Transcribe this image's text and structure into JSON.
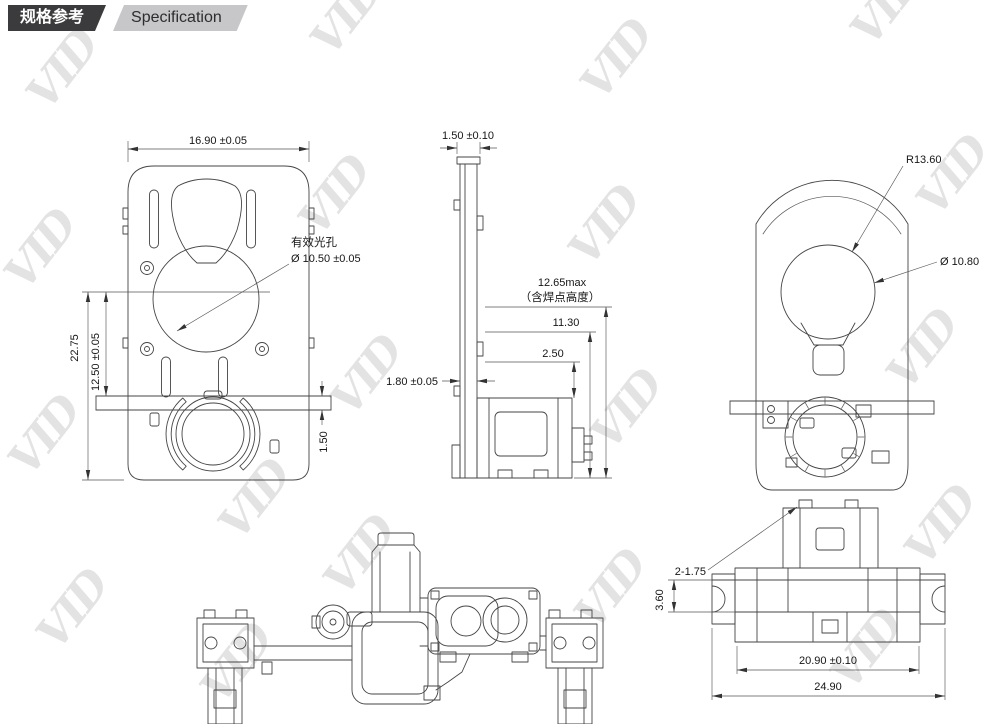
{
  "header": {
    "title_cn": "规格参考",
    "title_en": "Specification"
  },
  "watermark": {
    "text": "VID"
  },
  "front_view": {
    "dim_width": "16.90 ±0.05",
    "dim_total_height": "22.75",
    "dim_center_height": "12.50 ±0.05",
    "dim_flange": "1.50",
    "aperture_label": "有效光孔",
    "aperture_dim": "Ø 10.50 ±0.05"
  },
  "side_view": {
    "dim_thickness_top": "1.50 ±0.10",
    "dim_max_height": "12.65max",
    "dim_max_note": "（含焊点高度）",
    "dim_body_height": "11.30",
    "dim_step": "2.50",
    "dim_wall": "1.80 ±0.05"
  },
  "back_view": {
    "dim_radius": "R13.60",
    "dim_diameter": "Ø 10.80"
  },
  "bottom_view": {
    "dim_tabs": "2-1.75",
    "dim_height": "3.60",
    "dim_inner_width": "20.90 ±0.10",
    "dim_outer_width": "24.90"
  }
}
